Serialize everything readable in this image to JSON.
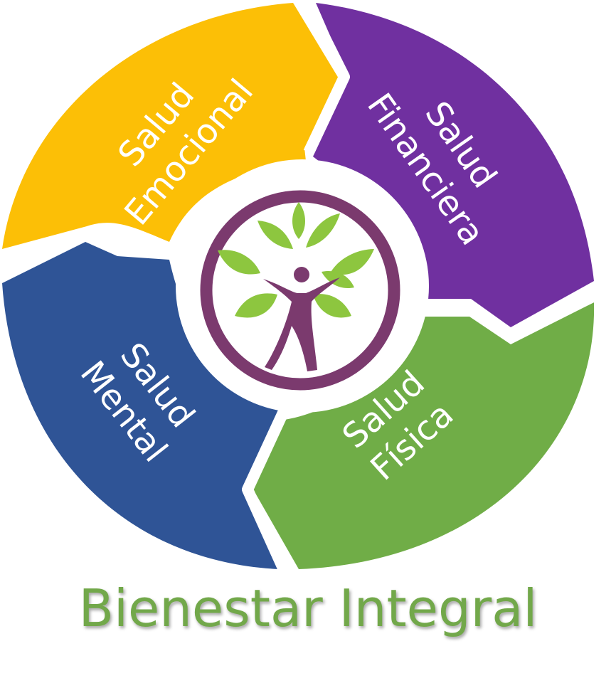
{
  "segments": {
    "emocional": {
      "line1": "Salud",
      "line2": "Emocional",
      "color": "#fcbf06"
    },
    "financiera": {
      "line1": "Salud",
      "line2": "Financiera",
      "color": "#7030a0"
    },
    "fisica": {
      "line1": "Salud",
      "line2": "Física",
      "color": "#70ad47"
    },
    "mental": {
      "line1": "Salud",
      "line2": "Mental",
      "color": "#2f5496"
    }
  },
  "logo": {
    "ring_color": "#7b3a6e",
    "leaf_color": "#8dc63f",
    "figure_color": "#7b3a6e"
  },
  "title": "Bienestar Integral",
  "title_color": "#72a84a"
}
